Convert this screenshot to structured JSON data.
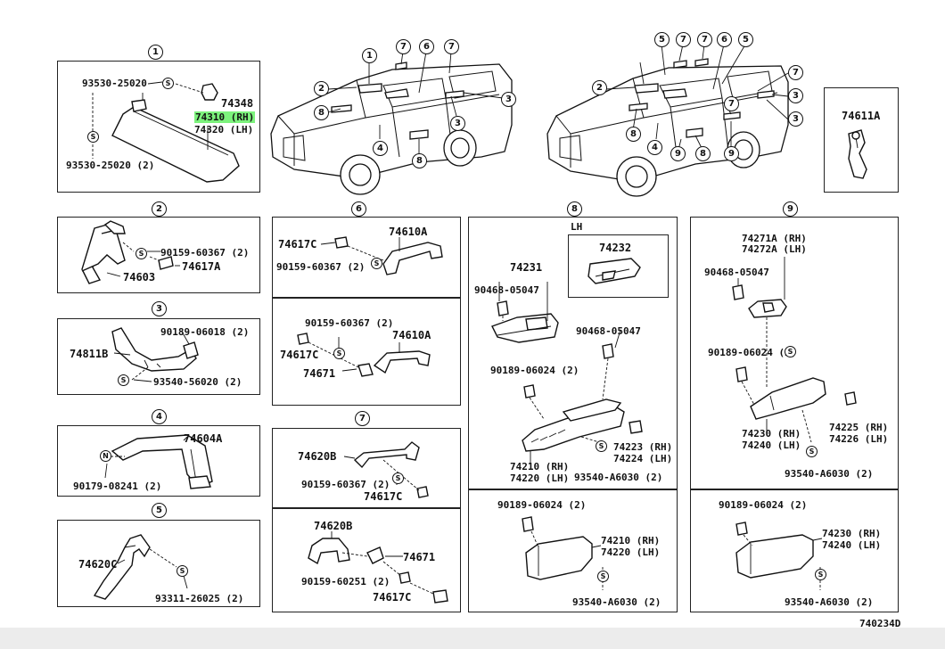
{
  "diagram_code": "740234D",
  "highlight_color": "#7cf27c",
  "top": {
    "sunvisor": {
      "section": "1",
      "screw_top": "93530-25020",
      "screw_bottom": "93530-25020 (2)",
      "holder": "74348",
      "visor_rh": "74310 (RH)",
      "visor_lh": "74320 (LH)",
      "screw_mark": "S"
    },
    "car_left": {
      "callouts": [
        "1",
        "7",
        "6",
        "7",
        "2",
        "3",
        "8",
        "3",
        "4",
        "8"
      ]
    },
    "car_right": {
      "callouts": [
        "5",
        "7",
        "7",
        "6",
        "5",
        "7",
        "2",
        "3",
        "8",
        "7",
        "3",
        "4",
        "8",
        "9",
        "9"
      ]
    },
    "part_74611a": {
      "label": "74611A"
    }
  },
  "sections": {
    "s2": {
      "num": "2",
      "screw": "90159-60367 (2)",
      "clip": "74617A",
      "grip": "74603",
      "mark": "S"
    },
    "s3": {
      "num": "3",
      "bolt": "90189-06018 (2)",
      "grip": "74811B",
      "screw": "93540-56020 (2)",
      "mark": "S"
    },
    "s4": {
      "num": "4",
      "grip": "74604A",
      "nut": "90179-08241 (2)",
      "mark": "N"
    },
    "s5": {
      "num": "5",
      "grip": "74620C",
      "screw": "93311-26025 (2)",
      "mark": "S"
    },
    "s6": {
      "num": "6",
      "top_clip": "74617C",
      "top_grip": "74610A",
      "top_screw": "90159-60367 (2)",
      "bot_screw": "90159-60367 (2)",
      "bot_grip": "74610A",
      "bot_clip": "74617C",
      "bot_bracket": "74671",
      "mark": "S"
    },
    "s7": {
      "num": "7",
      "top_grip": "74620B",
      "top_screw": "90159-60367 (2)",
      "top_clip": "74617C",
      "bot_grip": "74620B",
      "bot_bracket": "74671",
      "bot_screw": "90159-60251 (2)",
      "bot_clip": "74617C",
      "mark": "S"
    },
    "s8": {
      "num": "8",
      "lh": "LH",
      "cover": "74232",
      "base": "74231",
      "clip1": "90468-05047",
      "clip2": "90468-05047",
      "bolt": "90189-06024 (2)",
      "cover_rh": "74223 (RH)",
      "cover_lh": "74224 (LH)",
      "rest_rh": "74210 (RH)",
      "rest_lh": "74220 (LH)",
      "screw": "93540-A6030 (2)",
      "mark": "S"
    },
    "s8b": {
      "bolt": "90189-06024 (2)",
      "rest_rh": "74210 (RH)",
      "rest_lh": "74220 (LH)",
      "screw": "93540-A6030 (2)",
      "mark": "S"
    },
    "s9": {
      "num": "9",
      "cap_rh": "74271A (RH)",
      "cap_lh": "74272A (LH)",
      "clip": "90468-05047",
      "bolt": "90189-06024 (2)",
      "rest_rh": "74230 (RH)",
      "rest_lh": "74240 (LH)",
      "cover_rh": "74225 (RH)",
      "cover_lh": "74226 (LH)",
      "screw": "93540-A6030 (2)",
      "mark": "S"
    },
    "s9b": {
      "bolt": "90189-06024 (2)",
      "rest_rh": "74230 (RH)",
      "rest_lh": "74240 (LH)",
      "screw": "93540-A6030 (2)",
      "mark": "S"
    }
  }
}
